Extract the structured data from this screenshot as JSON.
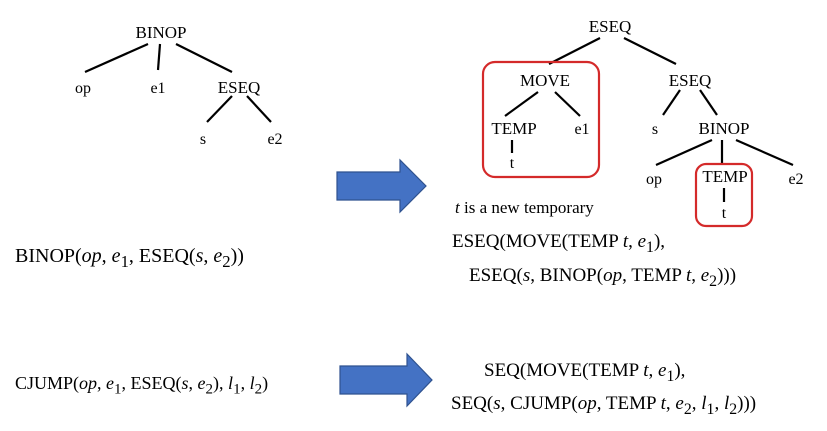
{
  "left_tree": {
    "root": "BINOP",
    "children": [
      "op",
      "e1",
      "ESEQ"
    ],
    "eseq_children": [
      "s",
      "e2"
    ]
  },
  "right_tree": {
    "root": "ESEQ",
    "move": "MOVE",
    "move_children": [
      "TEMP",
      "e1"
    ],
    "temp_child": "t",
    "inner_eseq": "ESEQ",
    "inner_children": [
      "s",
      "BINOP"
    ],
    "binop_children": [
      "op",
      "TEMP",
      "e2"
    ],
    "temp2_child": "t"
  },
  "note": {
    "var": "t",
    "text": " is a new temporary"
  },
  "highlight_color": "#d42a2a",
  "arrow_color": "#4472c4",
  "formulas": {
    "f1": "BINOP(op, e1, ESEQ(s, e2))",
    "f2_line1": "ESEQ(MOVE(TEMP t, e1),",
    "f2_line2": "ESEQ(s, BINOP(op, TEMP t, e2)))",
    "f3": "CJUMP(op, e1, ESEQ(s, e2), l1, l2)",
    "f4_line1": "SEQ(MOVE(TEMP t, e1),",
    "f4_line2": "SEQ(s, CJUMP(op, TEMP t, e2, l1, l2)))"
  }
}
